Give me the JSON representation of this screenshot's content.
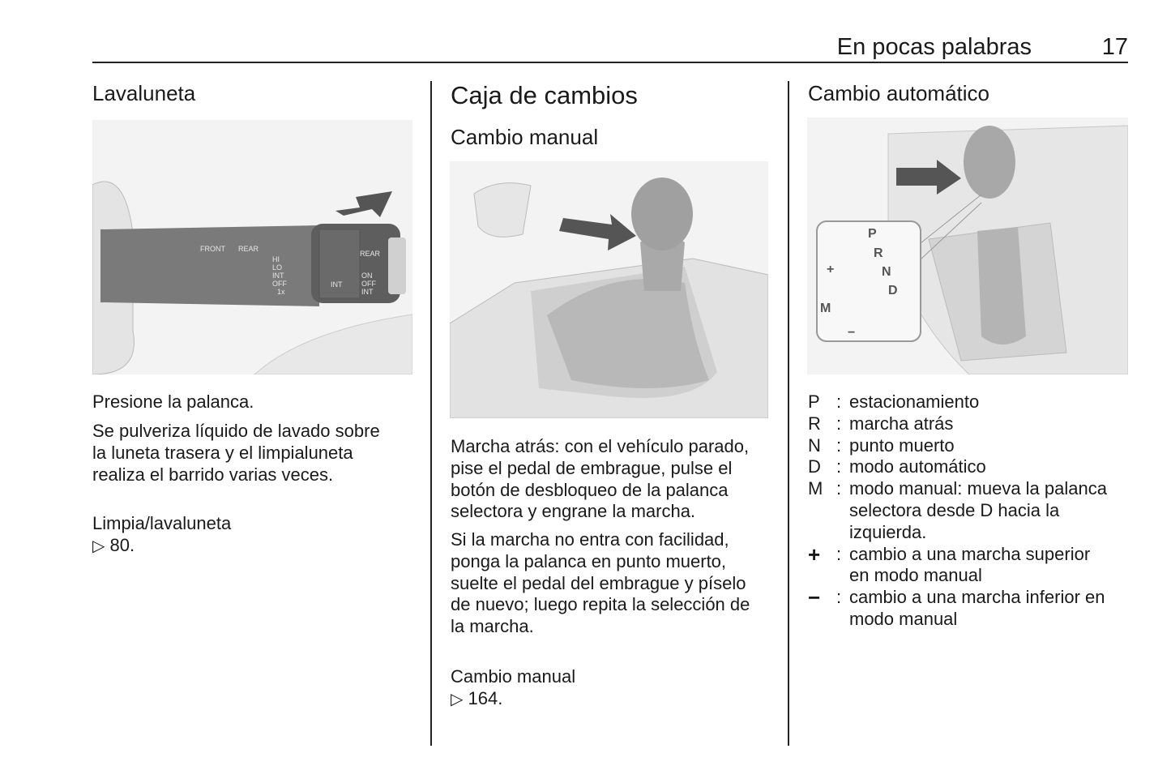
{
  "header": {
    "section_title": "En pocas palabras",
    "page_number": "17"
  },
  "col1": {
    "heading": "Lavaluneta",
    "figure_labels": {
      "front": "FRONT",
      "rear": "REAR",
      "hi": "HI",
      "lo": "LO",
      "int": "INT",
      "off": "OFF",
      "once": "1x",
      "ring_int": "INT",
      "rear2": "REAR",
      "on": "ON",
      "off2": "OFF",
      "int2": "INT"
    },
    "paragraphs": [
      "Presione la palanca.",
      "Se pulveriza líquido de lavado sobre\nla luneta trasera y el limpialuneta\nrealiza el barrido varias veces."
    ],
    "ref_text": "Limpia/lavaluneta",
    "ref_icon": "arrow-reference-icon",
    "ref_page": " 80."
  },
  "col2": {
    "heading": "Caja de cambios",
    "subheading": "Cambio manual",
    "paragraphs": [
      "Marcha atrás: con el vehículo parado,\npise el pedal de embrague, pulse el\nbotón de desbloqueo de la palanca\nselectora y engrane la marcha.",
      "Si la marcha no entra con facilidad,\nponga la palanca en punto muerto,\nsuelte el pedal del embrague y píselo\nde nuevo; luego repita la selección de\nla marcha."
    ],
    "ref_text": "Cambio manual",
    "ref_page": " 164."
  },
  "col3": {
    "heading": "Cambio automático",
    "figure_labels": {
      "p": "P",
      "r": "R",
      "n": "N",
      "d": "D",
      "m": "M",
      "plus": "+",
      "minus": "−"
    },
    "legend": [
      {
        "key": "P",
        "text": "estacionamiento"
      },
      {
        "key": "R",
        "text": "marcha atrás"
      },
      {
        "key": "N",
        "text": "punto muerto"
      },
      {
        "key": "D",
        "text": "modo automático"
      },
      {
        "key": "M",
        "text": "modo manual: mueva la palanca\nselectora desde D hacia la\nizquierda."
      },
      {
        "key": "+",
        "text": "cambio a una marcha superior\nen modo manual"
      },
      {
        "key": "−",
        "text": "cambio a una marcha inferior en\nmodo manual"
      }
    ],
    "separator": ":"
  }
}
